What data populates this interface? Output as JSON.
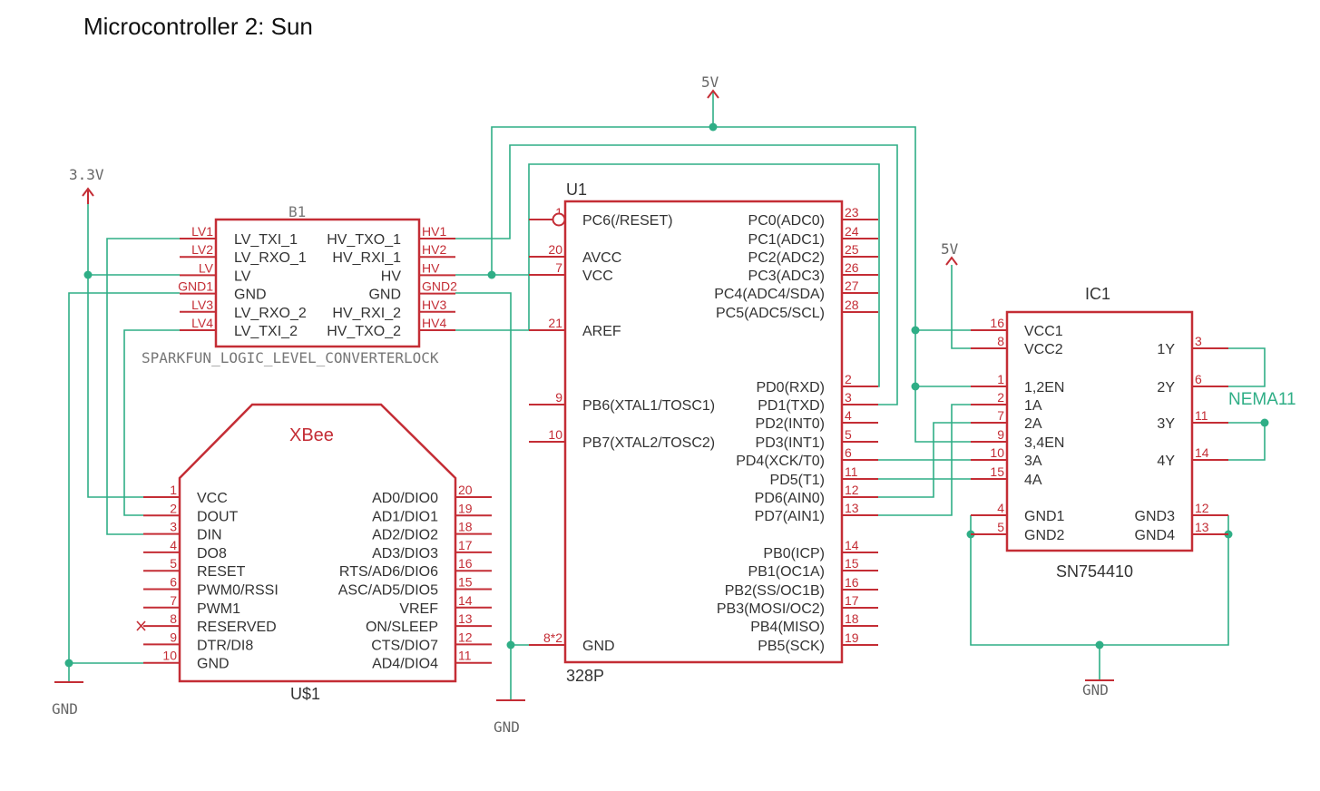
{
  "page": {
    "title": "Microcontroller 2: Sun"
  },
  "power_labels": {
    "v33": "3.3V",
    "v5_top": "5V",
    "v5_ic1": "5V",
    "gnd": "GND"
  },
  "b1": {
    "ref": "B1",
    "value": "SPARKFUN_LOGIC_LEVEL_CONVERTERLOCK",
    "left_pins": [
      {
        "num": "LV1",
        "name": "LV_TXI_1"
      },
      {
        "num": "LV2",
        "name": "LV_RXO_1"
      },
      {
        "num": "LV",
        "name": "LV"
      },
      {
        "num": "GND1",
        "name": "GND"
      },
      {
        "num": "LV3",
        "name": "LV_RXO_2"
      },
      {
        "num": "LV4",
        "name": "LV_TXI_2"
      }
    ],
    "right_pins": [
      {
        "num": "HV1",
        "name": "HV_TXO_1"
      },
      {
        "num": "HV2",
        "name": "HV_RXI_1"
      },
      {
        "num": "HV",
        "name": "HV"
      },
      {
        "num": "GND2",
        "name": "GND"
      },
      {
        "num": "HV3",
        "name": "HV_RXI_2"
      },
      {
        "num": "HV4",
        "name": "HV_TXO_2"
      }
    ]
  },
  "xbee": {
    "title": "XBee",
    "ref": "U$1",
    "left_pins": [
      {
        "num": "1",
        "name": "VCC"
      },
      {
        "num": "2",
        "name": "DOUT"
      },
      {
        "num": "3",
        "name": "DIN"
      },
      {
        "num": "4",
        "name": "DO8"
      },
      {
        "num": "5",
        "name": "RESET"
      },
      {
        "num": "6",
        "name": "PWM0/RSSI"
      },
      {
        "num": "7",
        "name": "PWM1"
      },
      {
        "num": "8",
        "name": "RESERVED"
      },
      {
        "num": "9",
        "name": "DTR/DI8"
      },
      {
        "num": "10",
        "name": "GND"
      }
    ],
    "right_pins": [
      {
        "num": "20",
        "name": "AD0/DIO0"
      },
      {
        "num": "19",
        "name": "AD1/DIO1"
      },
      {
        "num": "18",
        "name": "AD2/DIO2"
      },
      {
        "num": "17",
        "name": "AD3/DIO3"
      },
      {
        "num": "16",
        "name": "RTS/AD6/DIO6"
      },
      {
        "num": "15",
        "name": "ASC/AD5/DIO5"
      },
      {
        "num": "14",
        "name": "VREF"
      },
      {
        "num": "13",
        "name": "ON/SLEEP"
      },
      {
        "num": "12",
        "name": "CTS/DIO7"
      },
      {
        "num": "11",
        "name": "AD4/DIO4"
      }
    ]
  },
  "u1": {
    "ref": "U1",
    "value": "328P",
    "left_pins": [
      {
        "num": "1",
        "name": "PC6(/RESET)"
      },
      {
        "num": "20",
        "name": "AVCC"
      },
      {
        "num": "7",
        "name": "VCC"
      },
      {
        "num": "21",
        "name": "AREF"
      },
      {
        "num": "9",
        "name": "PB6(XTAL1/TOSC1)"
      },
      {
        "num": "10",
        "name": "PB7(XTAL2/TOSC2)"
      },
      {
        "num": "8*2",
        "name": "GND"
      }
    ],
    "right_pins": [
      {
        "num": "23",
        "name": "PC0(ADC0)"
      },
      {
        "num": "24",
        "name": "PC1(ADC1)"
      },
      {
        "num": "25",
        "name": "PC2(ADC2)"
      },
      {
        "num": "26",
        "name": "PC3(ADC3)"
      },
      {
        "num": "27",
        "name": "PC4(ADC4/SDA)"
      },
      {
        "num": "28",
        "name": "PC5(ADC5/SCL)"
      },
      {
        "num": "2",
        "name": "PD0(RXD)"
      },
      {
        "num": "3",
        "name": "PD1(TXD)"
      },
      {
        "num": "4",
        "name": "PD2(INT0)"
      },
      {
        "num": "5",
        "name": "PD3(INT1)"
      },
      {
        "num": "6",
        "name": "PD4(XCK/T0)"
      },
      {
        "num": "11",
        "name": "PD5(T1)"
      },
      {
        "num": "12",
        "name": "PD6(AIN0)"
      },
      {
        "num": "13",
        "name": "PD7(AIN1)"
      },
      {
        "num": "14",
        "name": "PB0(ICP)"
      },
      {
        "num": "15",
        "name": "PB1(OC1A)"
      },
      {
        "num": "16",
        "name": "PB2(SS/OC1B)"
      },
      {
        "num": "17",
        "name": "PB3(MOSI/OC2)"
      },
      {
        "num": "18",
        "name": "PB4(MISO)"
      },
      {
        "num": "19",
        "name": "PB5(SCK)"
      }
    ]
  },
  "ic1": {
    "ref": "IC1",
    "value": "SN754410",
    "left_pins": [
      {
        "num": "16",
        "name": "VCC1"
      },
      {
        "num": "8",
        "name": "VCC2"
      },
      {
        "num": "1",
        "name": "1,2EN"
      },
      {
        "num": "2",
        "name": "1A"
      },
      {
        "num": "7",
        "name": "2A"
      },
      {
        "num": "9",
        "name": "3,4EN"
      },
      {
        "num": "10",
        "name": "3A"
      },
      {
        "num": "15",
        "name": "4A"
      },
      {
        "num": "4",
        "name": "GND1"
      },
      {
        "num": "5",
        "name": "GND2"
      }
    ],
    "right_pins": [
      {
        "num": "3",
        "name": "1Y"
      },
      {
        "num": "6",
        "name": "2Y"
      },
      {
        "num": "11",
        "name": "3Y"
      },
      {
        "num": "14",
        "name": "4Y"
      },
      {
        "num": "12",
        "name": "GND3"
      },
      {
        "num": "13",
        "name": "GND4"
      }
    ]
  },
  "nets": {
    "nema": "NEMA11"
  },
  "colors": {
    "part": "#c42d35",
    "wire": "#2fae86",
    "text": "#333333"
  }
}
